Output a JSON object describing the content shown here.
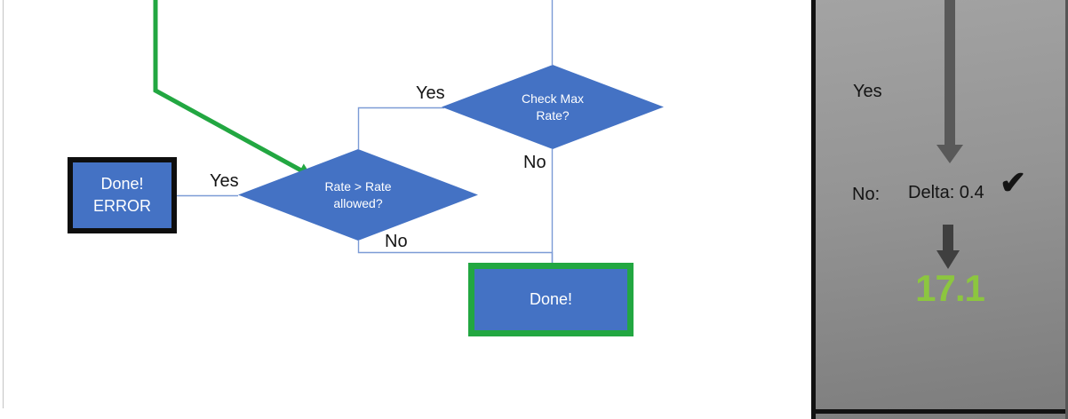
{
  "colors": {
    "shape_blue": "#4472C4",
    "connector_blue": "#7C9BD6",
    "accent_green": "#22A741",
    "result_green": "#8CC63F",
    "arrow_dark_gray": "#595959",
    "arrow_darker_gray": "#3F3F3F",
    "panel_top_gray": "#A3A3A3",
    "panel_bottom_gray": "#7C7C7C",
    "outline_black": "#0E0E0E"
  },
  "flowchart": {
    "check_max_decision": {
      "line1": "Check Max",
      "line2": "Rate?"
    },
    "check_max_yes_label": "Yes",
    "check_max_no_label": "No",
    "rate_decision": {
      "line1": "Rate > Rate",
      "line2": "allowed?"
    },
    "rate_yes_label": "Yes",
    "rate_no_label": "No",
    "done_error_box": {
      "line1": "Done!",
      "line2": "ERROR"
    },
    "done_box": {
      "label": "Done!"
    }
  },
  "panel": {
    "yes_label": "Yes",
    "no_label": "No:",
    "delta_text": "Delta: 0.4",
    "checkmark": "✔",
    "result_value": "17.1"
  }
}
